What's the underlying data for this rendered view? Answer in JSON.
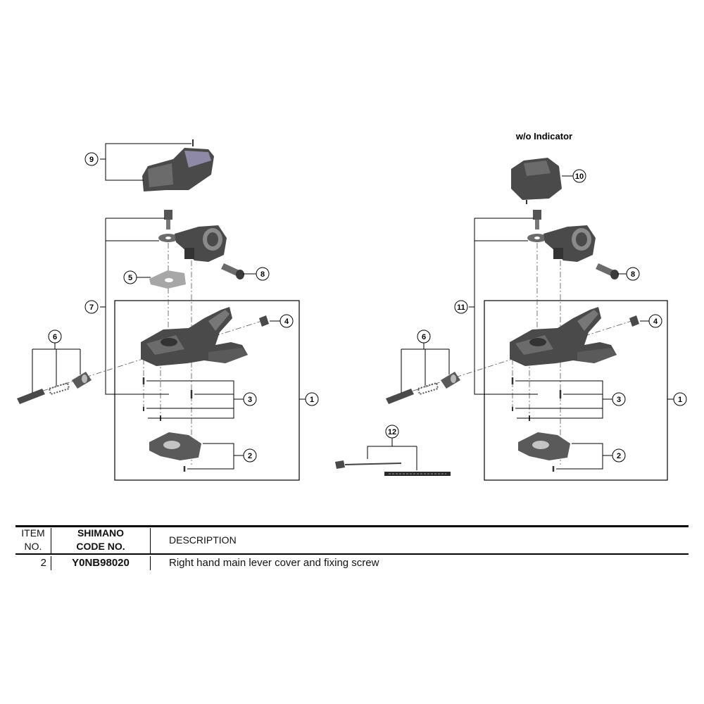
{
  "diagram": {
    "variant_label": "w/o Indicator",
    "callouts_left": [
      "9",
      "7",
      "5",
      "8",
      "6",
      "4",
      "3",
      "1",
      "2"
    ],
    "callouts_right": [
      "10",
      "11",
      "8",
      "6",
      "4",
      "3",
      "1",
      "2",
      "12"
    ]
  },
  "table": {
    "headers": {
      "item_line1": "ITEM",
      "item_line2": "NO.",
      "code_line1": "SHIMANO",
      "code_line2": "CODE NO.",
      "description": "DESCRIPTION"
    },
    "rows": [
      {
        "item": "2",
        "code": "Y0NB98020",
        "description": "Right hand main lever cover and fixing screw"
      }
    ]
  },
  "colors": {
    "part_dark": "#3a3a3a",
    "part_mid": "#6b6b6b",
    "part_light": "#a7a7a7",
    "indicator": "#8e8aa6",
    "line": "#000000"
  }
}
